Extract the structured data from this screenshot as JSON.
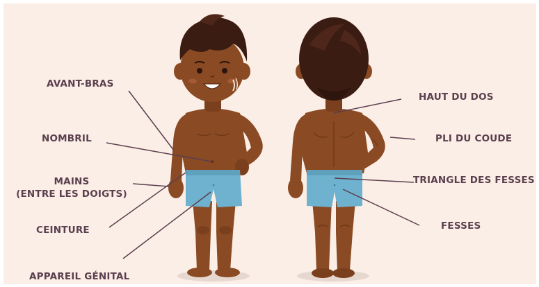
{
  "labels": {
    "avant_bras": "AVANT-BRAS",
    "nombril": "NOMBRIL",
    "mains_line1": "MAINS",
    "mains_line2": "(ENTRE LES DOIGTS)",
    "ceinture": "CEINTURE",
    "appareil_genital": "APPAREIL GÉNITAL",
    "haut_du_dos": "HAUT DU DOS",
    "pli_du_coude": "PLI DU COUDE",
    "triangle_des_fesses": "TRIANGLE DES FESSES",
    "fesses": "FESSES"
  },
  "figures": {
    "front": "boy-front-view",
    "back": "boy-back-view"
  },
  "colors": {
    "background": "#fbeee6",
    "skin": "#8a4a23",
    "skin_shade": "#6f3919",
    "hair": "#3b1c12",
    "shorts": "#6fb2cf",
    "label_text": "#5a3f4e",
    "leader_line": "#5a3f4e",
    "shadow": "#e7d8cf"
  }
}
